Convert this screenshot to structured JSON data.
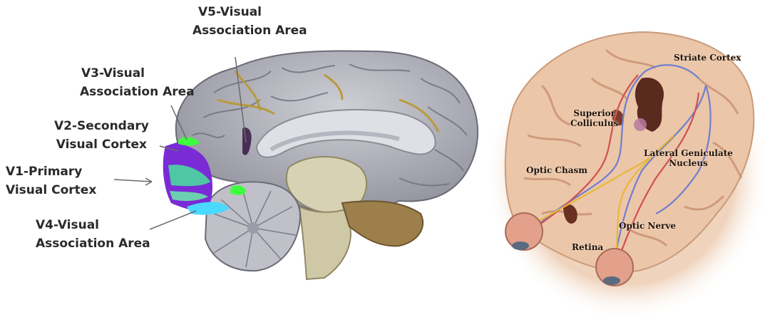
{
  "left_diagram": {
    "labels": {
      "v5": {
        "line1": "V5-Visual",
        "line2": "Association Area"
      },
      "v3": {
        "line1": "V3-Visual",
        "line2": "Association Area"
      },
      "v2": {
        "line1": "V2-Secondary",
        "line2": "Visual Cortex"
      },
      "v1": {
        "line1": "V1-Primary",
        "line2": "Visual Cortex"
      },
      "v4": {
        "line1": "V4-Visual",
        "line2": "Association Area"
      }
    },
    "region_colors": {
      "v1": "#4fc7a6",
      "v2": "#7a2bd6",
      "v3": "#3cff3c",
      "v4": "#4ad9ff",
      "v5": "#4b2e55"
    }
  },
  "right_diagram": {
    "labels": {
      "striate_cortex": "Striate Cortex",
      "superior_colliculus": {
        "line1": "Superior",
        "line2": "Colliculus"
      },
      "lateral_geniculate": {
        "line1": "Lateral Geniculate",
        "line2": "Nucleus"
      },
      "optic_chasm": "Optic Chasm",
      "optic_nerve": "Optic Nerve",
      "retina": "Retina"
    }
  }
}
